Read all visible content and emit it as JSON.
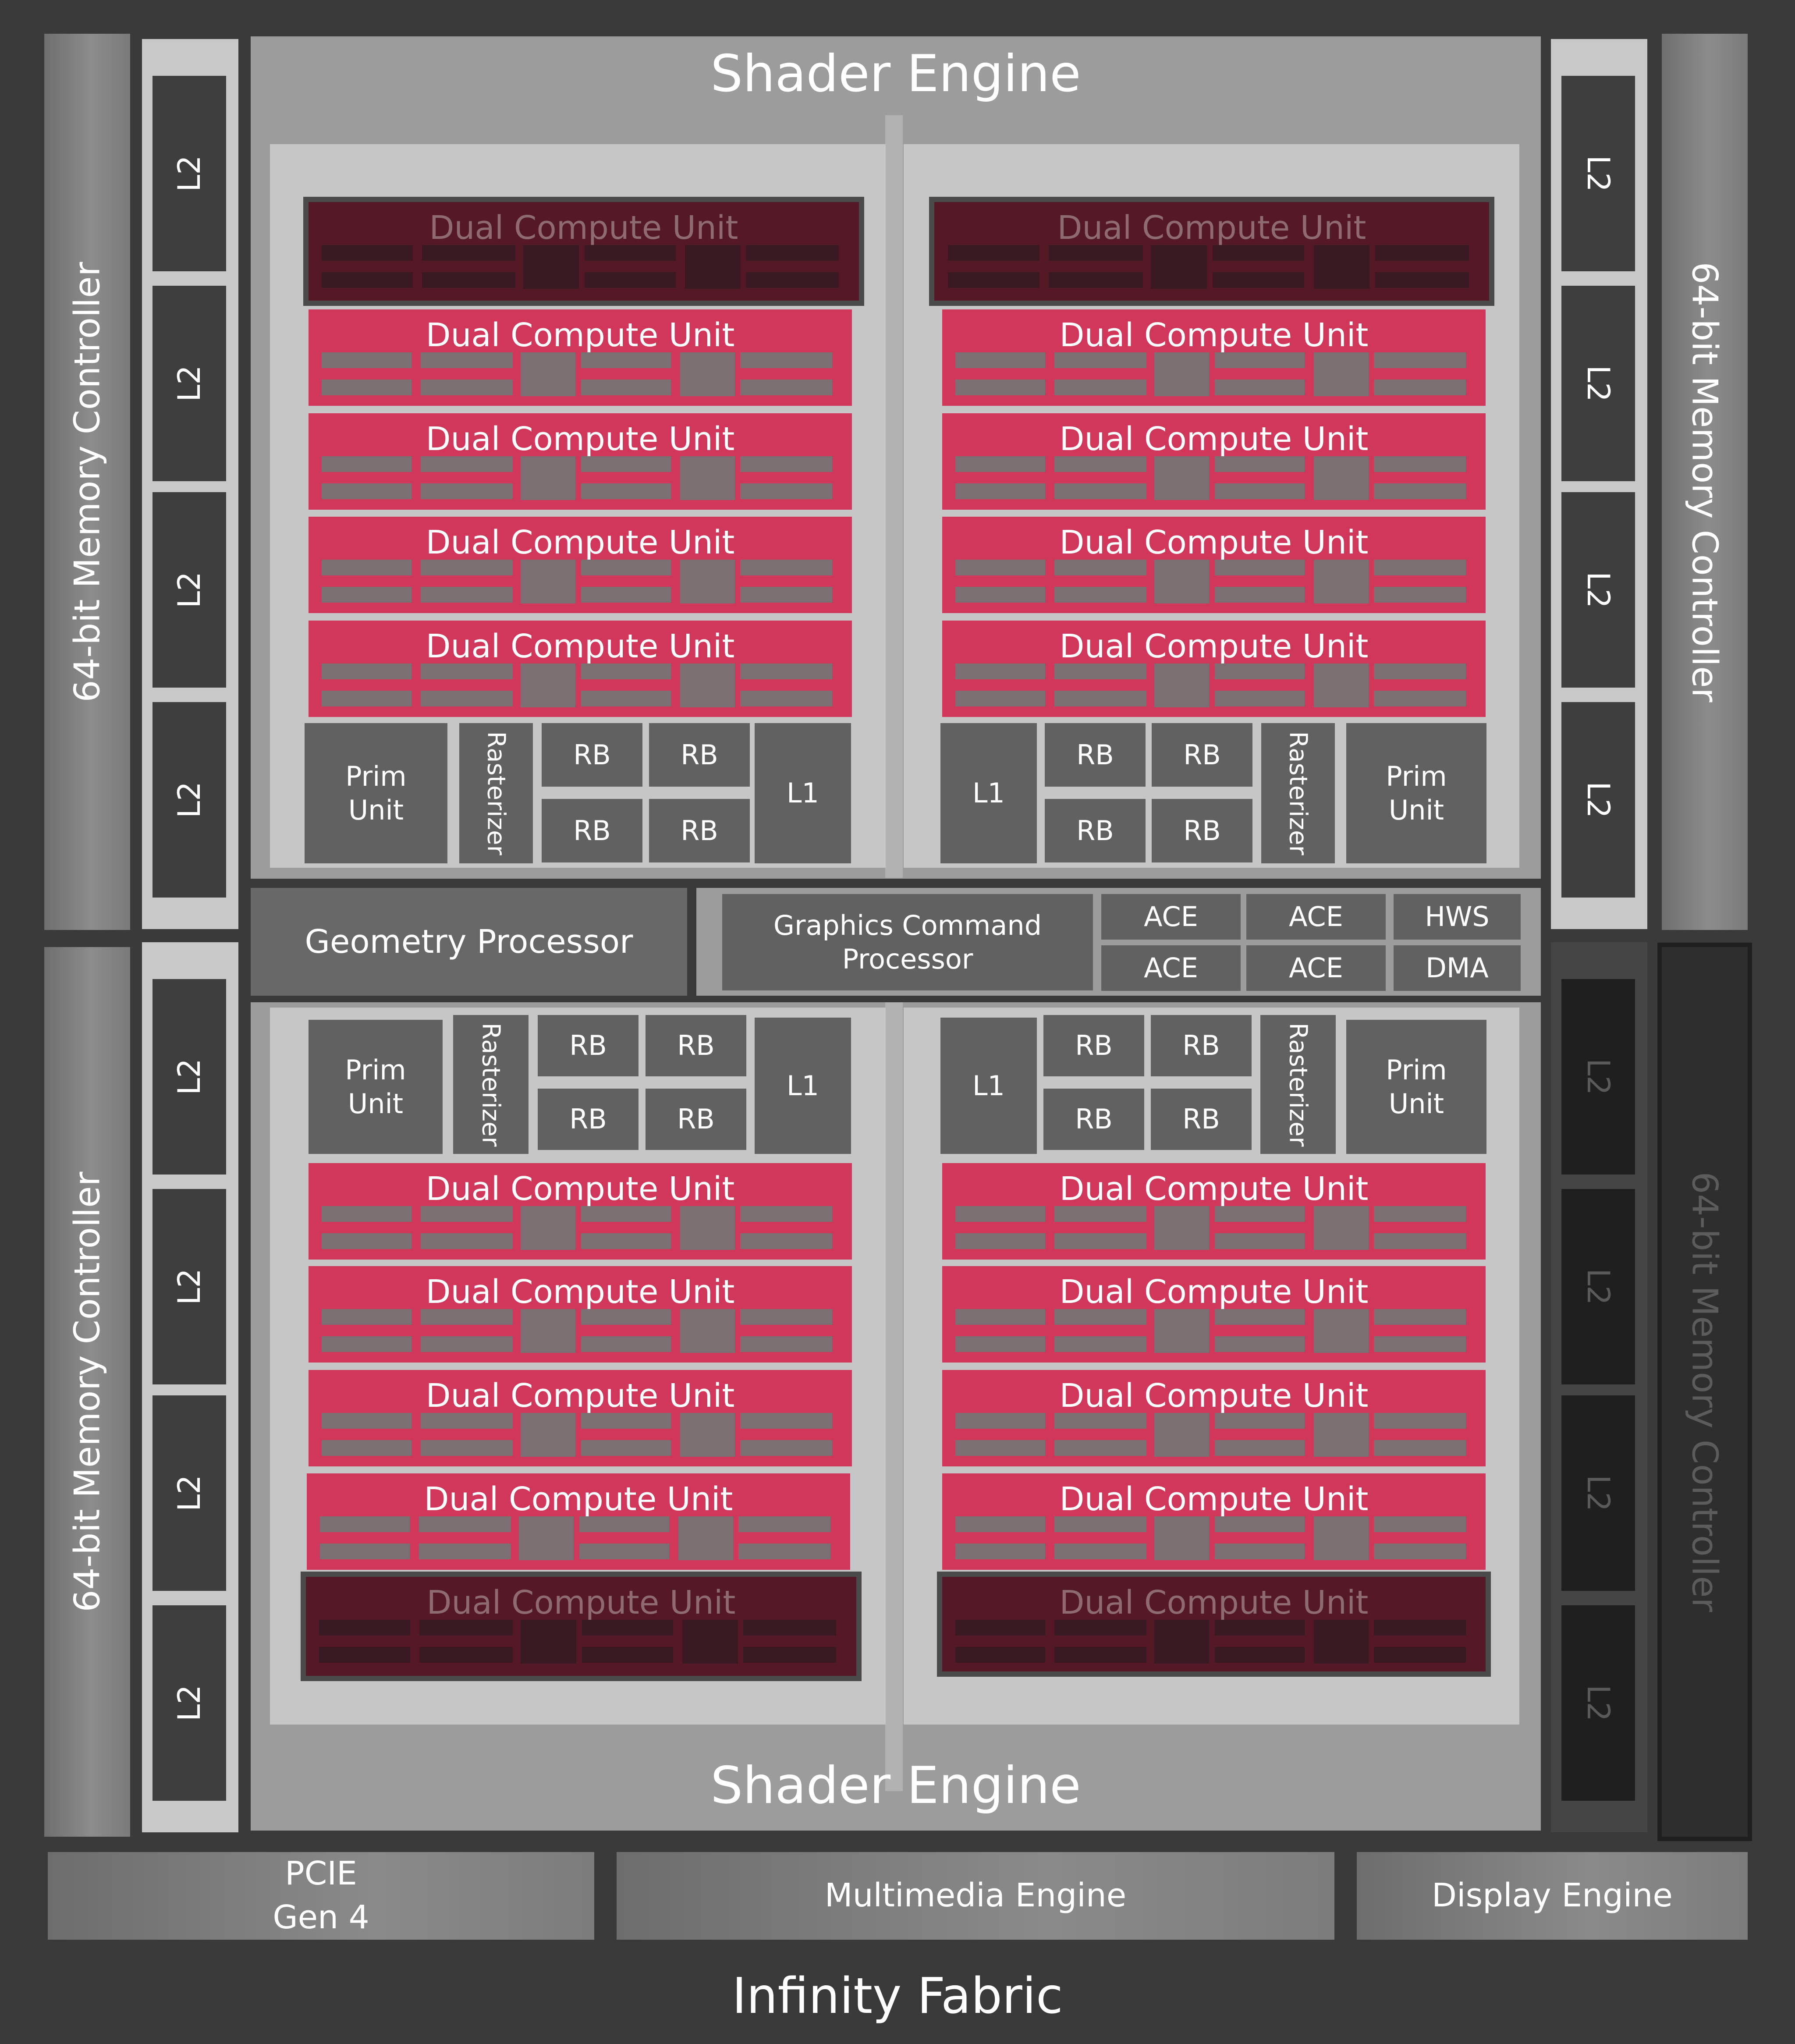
{
  "memory_controller_label": "64-bit Memory Controller",
  "l2_label": "L2",
  "shader_engine_title": "Shader Engine",
  "dcu_label": "Dual Compute Unit",
  "prim_unit_label": "Prim\nUnit",
  "rasterizer_label": "Rasterizer",
  "rb_label": "RB",
  "l1_label": "L1",
  "geometry_processor": "Geometry Processor",
  "graphics_command_processor": "Graphics Command Processor",
  "ace_label": "ACE",
  "hws_label": "HWS",
  "dma_label": "DMA",
  "pcie": "PCIE\nGen 4",
  "multimedia_engine": "Multimedia Engine",
  "display_engine": "Display Engine",
  "infinity_fabric": "Infinity Fabric",
  "colors": {
    "background": "#3a3a3a",
    "compute_unit_active": "#d0375a",
    "compute_unit_disabled": "#541826",
    "block_gray": "#616161",
    "shader_engine": "#9c9c9c"
  }
}
